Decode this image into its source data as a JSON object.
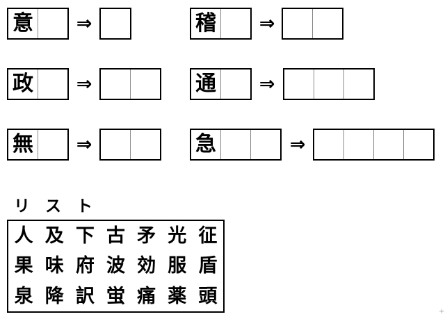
{
  "colors": {
    "outer_border": "#000000",
    "inner_divider": "#8a8a8a",
    "text": "#000000",
    "background": "#ffffff"
  },
  "puzzle": {
    "arrow": "⇒",
    "items": [
      {
        "source": [
          "意",
          ""
        ],
        "target": [
          ""
        ]
      },
      {
        "source": [
          "稽",
          ""
        ],
        "target": [
          "",
          ""
        ]
      },
      {
        "source": [
          "政",
          ""
        ],
        "target": [
          "",
          ""
        ]
      },
      {
        "source": [
          "通",
          ""
        ],
        "target": [
          "",
          "",
          ""
        ]
      },
      {
        "source": [
          "無",
          ""
        ],
        "target": [
          "",
          ""
        ]
      },
      {
        "source": [
          "急",
          "",
          ""
        ],
        "target": [
          "",
          "",
          "",
          ""
        ]
      }
    ]
  },
  "list": {
    "label": "リスト",
    "rows": [
      [
        "人",
        "及",
        "下",
        "古",
        "矛",
        "光",
        "征"
      ],
      [
        "果",
        "味",
        "府",
        "波",
        "効",
        "服",
        "盾"
      ],
      [
        "泉",
        "降",
        "訳",
        "蛍",
        "痛",
        "薬",
        "頭"
      ]
    ]
  },
  "artifact": {
    "corner_mark": "+"
  }
}
